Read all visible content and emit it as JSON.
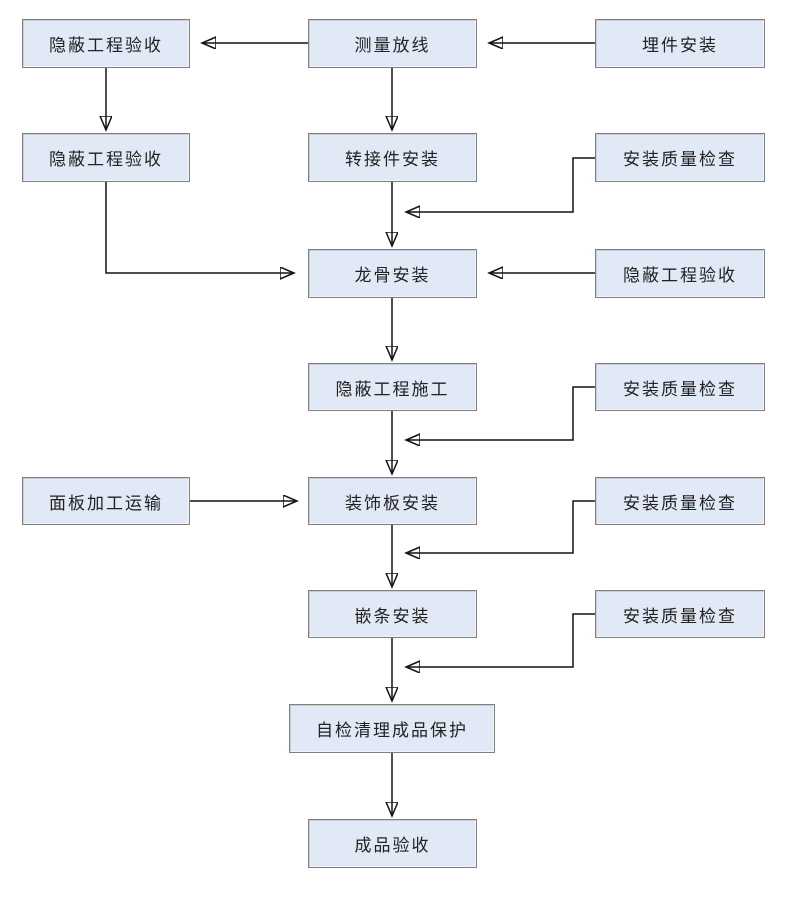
{
  "diagram": {
    "type": "flowchart",
    "language": "zh-CN",
    "colors": {
      "background": "#ffffff",
      "node_fill": "#e1e9f6",
      "node_border": "#7f7f7f",
      "connector": "#141414",
      "text": "#222222"
    },
    "nodes": [
      {
        "id": "hidden-works-acceptance-top",
        "label": "隐蔽工程验收"
      },
      {
        "id": "measure-set-out",
        "label": "测量放线"
      },
      {
        "id": "embedded-parts-install",
        "label": "埋件安装"
      },
      {
        "id": "hidden-works-acceptance-left",
        "label": "隐蔽工程验收"
      },
      {
        "id": "adapter-install",
        "label": "转接件安装"
      },
      {
        "id": "install-quality-check-1",
        "label": "安装质量检查"
      },
      {
        "id": "keel-install",
        "label": "龙骨安装"
      },
      {
        "id": "hidden-works-acceptance-right",
        "label": "隐蔽工程验收"
      },
      {
        "id": "hidden-works-construction",
        "label": "隐蔽工程施工"
      },
      {
        "id": "install-quality-check-2",
        "label": "安装质量检查"
      },
      {
        "id": "panel-processing-transport",
        "label": "面板加工运输"
      },
      {
        "id": "decorative-panel-install",
        "label": "装饰板安装"
      },
      {
        "id": "install-quality-check-3",
        "label": "安装质量检查"
      },
      {
        "id": "trim-strip-install",
        "label": "嵌条安装"
      },
      {
        "id": "install-quality-check-4",
        "label": "安装质量检查"
      },
      {
        "id": "self-check-clean-protect",
        "label": "自检清理成品保护"
      },
      {
        "id": "finished-product-acceptance",
        "label": "成品验收"
      }
    ],
    "edges": [
      {
        "from": "embedded-parts-install",
        "to": "measure-set-out",
        "style": "straight-left"
      },
      {
        "from": "measure-set-out",
        "to": "hidden-works-acceptance-top",
        "style": "straight-left"
      },
      {
        "from": "hidden-works-acceptance-top",
        "to": "hidden-works-acceptance-left",
        "style": "straight-down"
      },
      {
        "from": "measure-set-out",
        "to": "adapter-install",
        "style": "straight-down"
      },
      {
        "from": "adapter-install",
        "to": "keel-install",
        "style": "straight-down"
      },
      {
        "from": "install-quality-check-1",
        "to": "adapter-install->keel-install",
        "style": "elbow-merge"
      },
      {
        "from": "hidden-works-acceptance-left",
        "to": "keel-install",
        "style": "elbow-right"
      },
      {
        "from": "hidden-works-acceptance-right",
        "to": "keel-install",
        "style": "straight-left"
      },
      {
        "from": "keel-install",
        "to": "hidden-works-construction",
        "style": "straight-down"
      },
      {
        "from": "hidden-works-construction",
        "to": "decorative-panel-install",
        "style": "straight-down"
      },
      {
        "from": "install-quality-check-2",
        "to": "hidden-works-construction->decorative-panel-install",
        "style": "elbow-merge"
      },
      {
        "from": "panel-processing-transport",
        "to": "decorative-panel-install",
        "style": "straight-right"
      },
      {
        "from": "decorative-panel-install",
        "to": "trim-strip-install",
        "style": "straight-down"
      },
      {
        "from": "install-quality-check-3",
        "to": "decorative-panel-install->trim-strip-install",
        "style": "elbow-merge"
      },
      {
        "from": "trim-strip-install",
        "to": "self-check-clean-protect",
        "style": "straight-down"
      },
      {
        "from": "install-quality-check-4",
        "to": "trim-strip-install->self-check-clean-protect",
        "style": "elbow-merge"
      },
      {
        "from": "self-check-clean-protect",
        "to": "finished-product-acceptance",
        "style": "straight-down"
      }
    ]
  }
}
